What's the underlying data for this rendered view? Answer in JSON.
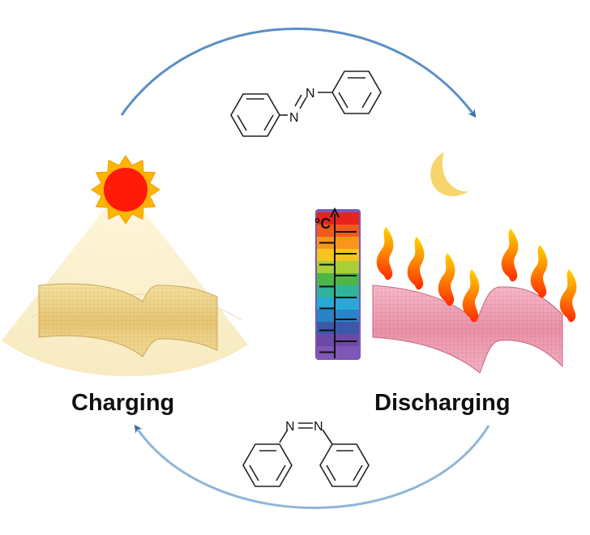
{
  "labels": {
    "charging": "Charging",
    "discharging": "Discharging",
    "celsius": "°C"
  },
  "molecules": {
    "trans_azo_atoms": [
      "N",
      "N"
    ],
    "cis_azo_atoms": [
      "N",
      "N"
    ]
  },
  "colors": {
    "arrow": "#4f86bd",
    "sun_core": "#ff1a0a",
    "sun_ray": "#ffb400",
    "moon": "#f8d56a",
    "cone": "#fbf0cc",
    "film_charged": "#f2d88e",
    "film_discharged": "#f1a8b9",
    "flame_outer": "#ff6a00",
    "flame_inner": "#ffd000"
  },
  "icons": [
    "sun-icon",
    "moon-icon",
    "thermometer-icon",
    "flame-icon"
  ]
}
